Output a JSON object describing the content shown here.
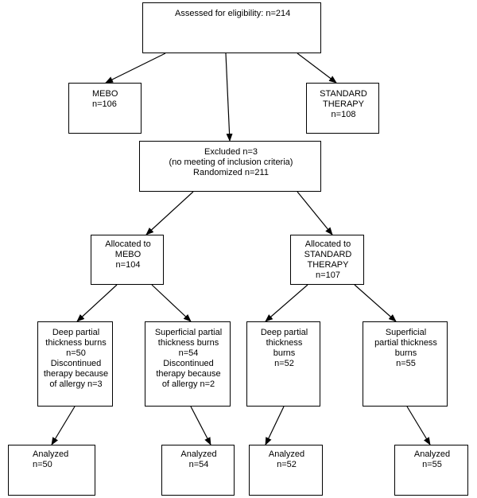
{
  "colors": {
    "line": "#000000",
    "box_border": "#000000",
    "background": "#ffffff",
    "text": "#000000"
  },
  "boxes": {
    "eligibility": {
      "line1": "Assessed for eligibility: n=214"
    },
    "mebo_initial": {
      "line1": "MEBO",
      "line2": "n=106"
    },
    "standard_initial": {
      "line1": "STANDARD",
      "line2": "THERAPY",
      "line3": "n=108"
    },
    "excluded": {
      "line1": "Excluded  n=3",
      "line2": "(no meeting of inclusion criteria)",
      "line3": "Randomized n=211"
    },
    "allocated_mebo": {
      "line1": "Allocated to",
      "line2": "MEBO",
      "line3": "n=104"
    },
    "allocated_standard": {
      "line1": "Allocated to",
      "line2": "STANDARD",
      "line3": "THERAPY",
      "line4": "n=107"
    },
    "mebo_deep": {
      "line1": "Deep partial",
      "line2": "thickness burns",
      "line3": "n=50",
      "line4": "Discontinued",
      "line5": "therapy because",
      "line6": "of allergy n=3"
    },
    "mebo_superficial": {
      "line1": "Superficial partial",
      "line2": "thickness burns",
      "line3": "n=54",
      "line4": "Discontinued",
      "line5": "therapy because",
      "line6": "of allergy n=2"
    },
    "standard_deep": {
      "line1": "Deep partial",
      "line2": "thickness",
      "line3": "burns",
      "line4": "n=52"
    },
    "standard_superficial": {
      "line1": "Superficial",
      "line2": "partial thickness",
      "line3": "burns",
      "line4": "n=55"
    },
    "analyzed_1": {
      "line1": "Analyzed",
      "line2": "n=50"
    },
    "analyzed_2": {
      "line1": "Analyzed",
      "line2": "n=54"
    },
    "analyzed_3": {
      "line1": "Analyzed",
      "line2": "n=52"
    },
    "analyzed_4": {
      "line1": "Analyzed",
      "line2": "n=55"
    }
  }
}
